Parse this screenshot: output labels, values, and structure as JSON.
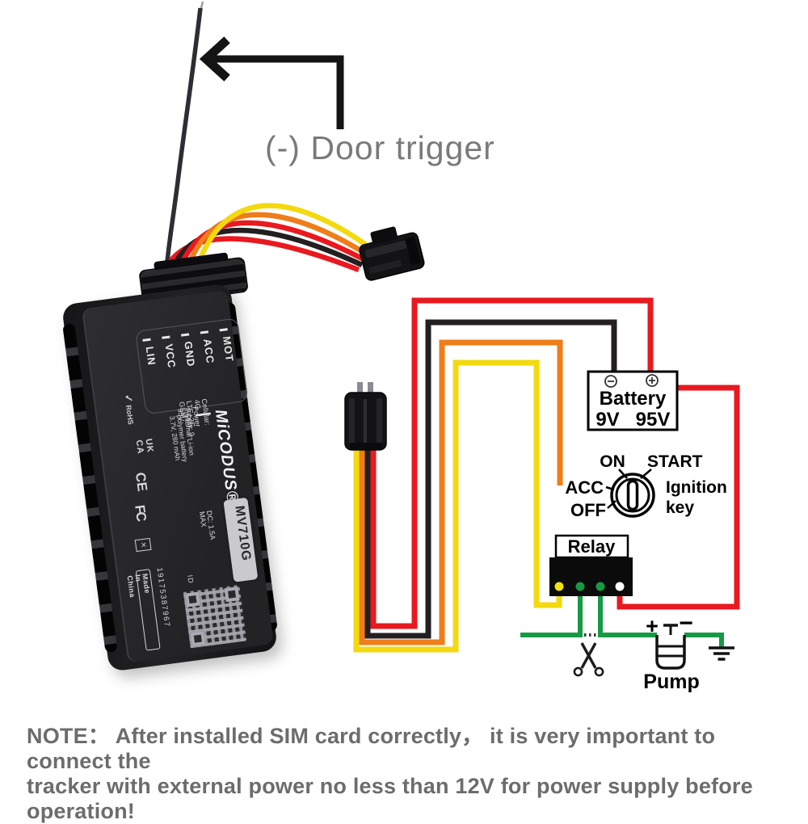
{
  "labels": {
    "door_trigger": "(-) Door trigger",
    "note_line1": "NOTE：  After installed SIM card correctly，  it is very important to connect the",
    "note_line2": "tracker with external power no less than 12V for power supply before operation!"
  },
  "device": {
    "brand": "MiCODUS® |",
    "model": "MV710G",
    "pins": [
      "LIN",
      "VCC",
      "GND",
      "ACC",
      "MOT"
    ],
    "specs": {
      "cellular": "Cellular: 4G LTE+2G GSM",
      "power_supply": "Power supply: 9-95V",
      "dc": "DC: 1.5A MAX",
      "battery": "Internal Li-ion polymer battery 3.7V, 280 mAh"
    },
    "certs": {
      "rohs_check": "✓",
      "rohs": "RoHS",
      "ukca": "UK\nCA",
      "ce": "CE",
      "fcc": "FC",
      "weee": "✕"
    },
    "id_label": "ID",
    "serial": "19175387967",
    "made_in": "Made In China"
  },
  "diagram": {
    "battery": {
      "title": "Battery",
      "min": "9V",
      "max": "95V"
    },
    "ignition": {
      "acc": "ACC",
      "on": "ON",
      "start": "START",
      "off": "OFF",
      "label1": "Ignition",
      "label2": "key"
    },
    "relay": {
      "label": "Relay"
    },
    "pump": {
      "label": "Pump",
      "plus": "+",
      "minus": "−"
    }
  },
  "wire_colors": {
    "red": "#e8191f",
    "black": "#231f20",
    "orange": "#ee7d1a",
    "yellow": "#f3d90e",
    "green": "#169a45",
    "relay_yellow_pin": "#f2e20c"
  }
}
